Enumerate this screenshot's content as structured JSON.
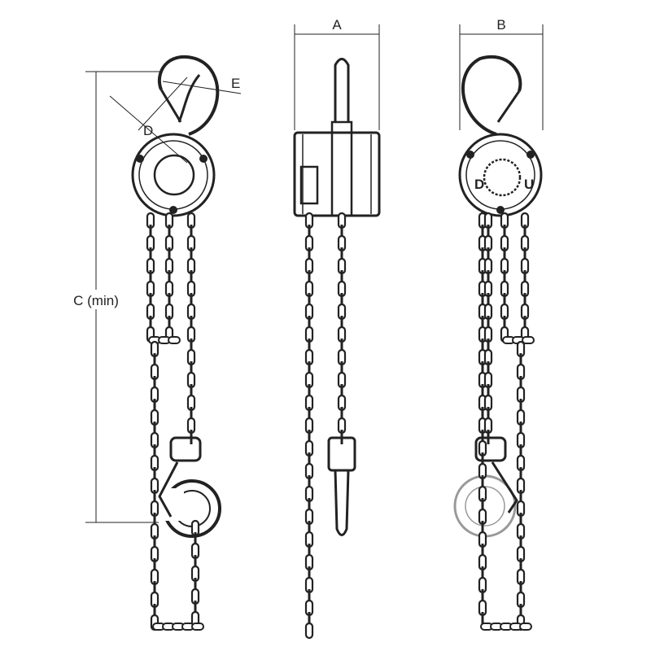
{
  "labels": {
    "a": "A",
    "b": "B",
    "c": "C (min)",
    "d": "D",
    "e": "E"
  },
  "wheel_marks": {
    "down": "D",
    "up": "U"
  },
  "colors": {
    "line": "#222222",
    "faint": "#999999"
  }
}
